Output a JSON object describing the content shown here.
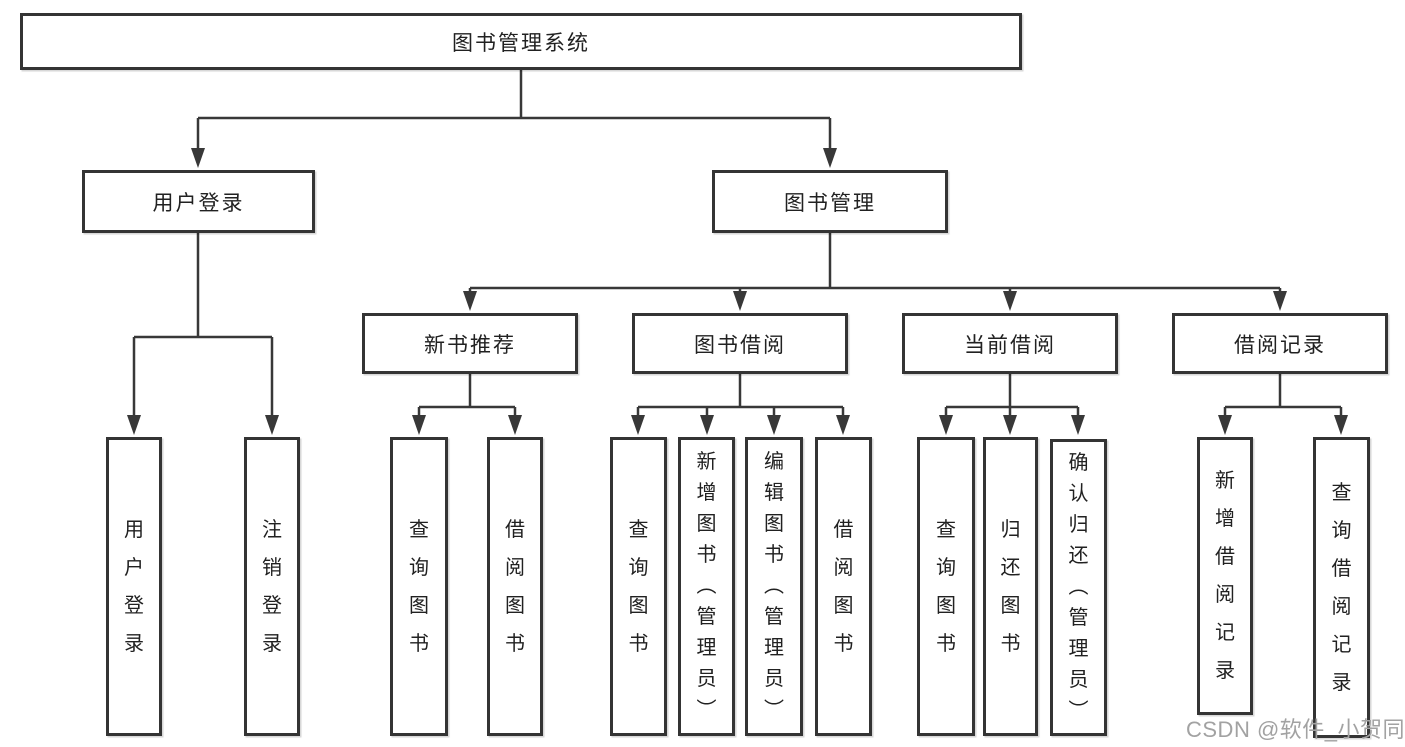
{
  "title": "图书管理系统",
  "watermark": "CSDN @软件_小贺同学",
  "colors": {
    "line": "#383838",
    "box_border": "#343434",
    "box_background": "#ffffff",
    "text": "#212121",
    "watermark_text": "#a2a2a2"
  },
  "tree": {
    "label": "图书管理系统",
    "children": [
      {
        "label": "用户登录",
        "children": [
          {
            "label": "用户登录"
          },
          {
            "label": "注销登录"
          }
        ]
      },
      {
        "label": "图书管理",
        "children": [
          {
            "label": "新书推荐",
            "children": [
              {
                "label": "查询图书"
              },
              {
                "label": "借阅图书"
              }
            ]
          },
          {
            "label": "图书借阅",
            "children": [
              {
                "label": "查询图书"
              },
              {
                "label": "新增图书（管理员）"
              },
              {
                "label": "编辑图书（管理员）"
              },
              {
                "label": "借阅图书"
              }
            ]
          },
          {
            "label": "当前借阅",
            "children": [
              {
                "label": "查询图书"
              },
              {
                "label": "归还图书"
              },
              {
                "label": "确认归还（管理员）"
              }
            ]
          },
          {
            "label": "借阅记录",
            "children": [
              {
                "label": "新增借阅记录"
              },
              {
                "label": "查询借阅记录"
              }
            ]
          }
        ]
      }
    ]
  }
}
